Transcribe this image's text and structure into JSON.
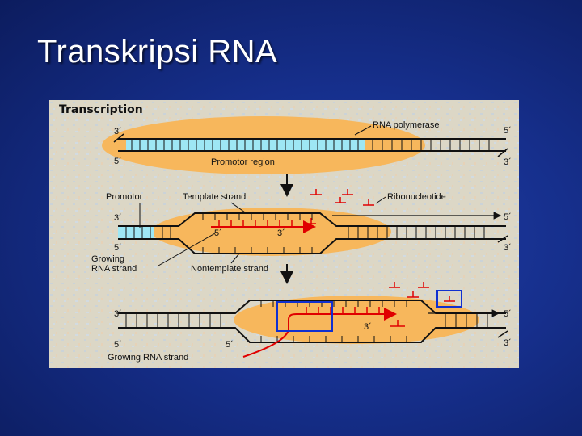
{
  "slide": {
    "title": "Transkripsi RNA"
  },
  "figure": {
    "title": "Transcription",
    "labels": {
      "rna_polymerase": "RNA polymerase",
      "promotor_region": "Promotor region",
      "promotor": "Promotor",
      "template_strand": "Template strand",
      "ribonucleotide": "Ribonucleotide",
      "growing_rna_strand_1": "Growing",
      "growing_rna_strand_2": "RNA strand",
      "nontemplate_strand": "Nontemplate strand",
      "growing_rna_strand_bottom": "Growing RNA strand"
    },
    "ends": {
      "three_prime": "3´",
      "five_prime": "5´"
    }
  },
  "colors": {
    "background": "#162f8c",
    "ellipse_fill": "#f7b75c",
    "template_strand": "#9ee7f5",
    "rna_strand": "#e00000",
    "highlight_box": "#1030d0"
  }
}
